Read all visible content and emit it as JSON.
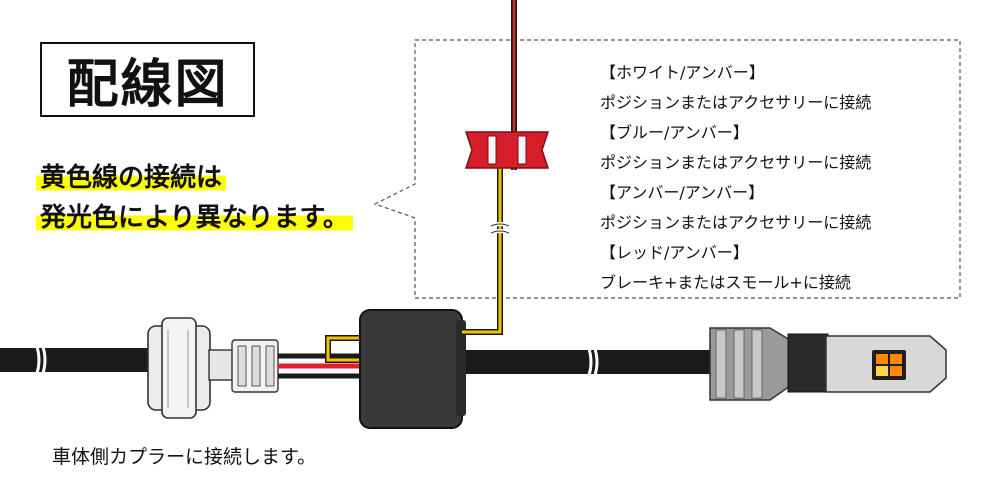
{
  "title": "配線図",
  "note": {
    "line1": "黄色線の接続は",
    "line2": "発光色により異なります。"
  },
  "legend": [
    {
      "heading": "【ホワイト/アンバー】",
      "description": "ポジションまたはアクセサリーに接続"
    },
    {
      "heading": "【ブルー/アンバー】",
      "description": "ポジションまたはアクセサリーに接続"
    },
    {
      "heading": "【アンバー/アンバー】",
      "description": "ポジションまたはアクセサリーに接続"
    },
    {
      "heading": "【レッド/アンバー】",
      "description": "ブレーキ+またはスモール+に接続"
    }
  ],
  "caption": "車体側カプラーに接続します。",
  "colors": {
    "highlight": "#ffff00",
    "yellow_wire": "#f2c400",
    "red_wire": "#e0202a",
    "tap_connector": "#d71f2b",
    "control_box": "#3a3a3a",
    "cable": "#1a1a1a",
    "led_amber": "#ff8a00"
  },
  "icons": [
    "wire-tap-connector-icon",
    "control-box-icon",
    "bulb-socket-icon",
    "led-bulb-icon"
  ]
}
